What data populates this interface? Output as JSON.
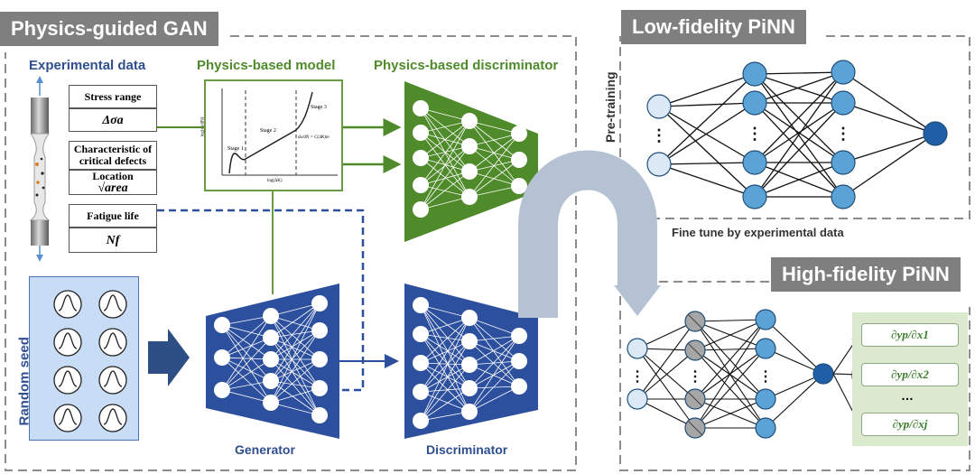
{
  "left_panel": {
    "title": "Physics-guided GAN",
    "experimental_data": {
      "heading": "Experimental data",
      "stress_range": "Stress range",
      "stress_symbol": "Δσa",
      "defects_line1": "Characteristic of",
      "defects_line2": "critical defects",
      "location": "Location",
      "area_symbol": "√area",
      "fatigue_life": "Fatigue life",
      "fatigue_symbol": "Nf"
    },
    "physics_model": {
      "heading": "Physics-based model",
      "stage1": "Stage 1",
      "stage2": "Stage 2",
      "stage3": "Stage 3",
      "x_label": "log(ΔK)",
      "y_label": "log(da/dN)",
      "equation": "da/dN = C(ΔK)m"
    },
    "discriminator_heading": "Physics-based discriminator",
    "random_seed": "Random seed",
    "generator_label": "Generator",
    "discriminator_label": "Discriminator"
  },
  "transfer": {
    "pretraining": "Pre-training",
    "fine_tune": "Fine tune by experimental data"
  },
  "low_fidelity": {
    "title": "Low-fidelity PiNN",
    "ellipsis": "⋮"
  },
  "high_fidelity": {
    "title": "High-fidelity PiNN",
    "outputs": [
      "∂yp/∂x1",
      "∂yp/∂x2",
      "∂yp/∂xj"
    ],
    "dots": "…"
  },
  "colors": {
    "gan_blue": "#2c4f9e",
    "disc_green": "#4f8a2b",
    "node_blue": "#5ba3d6",
    "output_blue": "#1f5fa8",
    "node_gray": "#a6a6a6",
    "arrow_gray": "#b4c2d4",
    "header_gray": "#7f7f7f"
  }
}
